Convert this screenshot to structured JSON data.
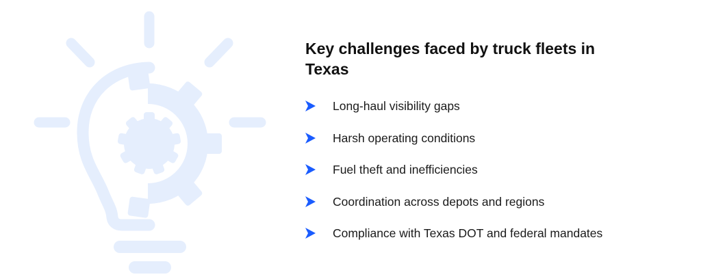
{
  "title": "Key challenges faced by truck fleets in Texas",
  "items": [
    {
      "label": "Long-haul visibility gaps",
      "icon": "chevron-right-icon"
    },
    {
      "label": "Harsh operating conditions",
      "icon": "chevron-right-icon"
    },
    {
      "label": "Fuel theft and inefficiencies",
      "icon": "chevron-right-icon"
    },
    {
      "label": "Coordination across depots and regions",
      "icon": "chevron-right-icon"
    },
    {
      "label": "Compliance with Texas DOT and federal mandates",
      "icon": "chevron-right-icon"
    }
  ],
  "colors": {
    "accent": "#1a5cff",
    "illustration": "#e5eefd",
    "text": "#111111"
  }
}
